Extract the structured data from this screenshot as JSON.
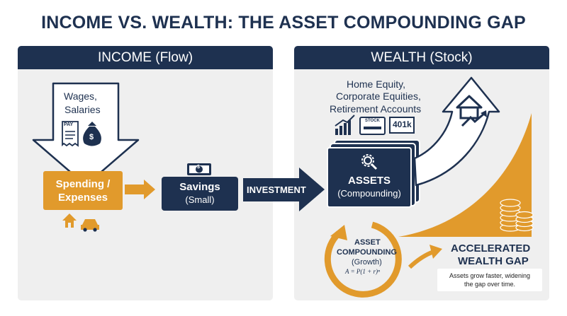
{
  "title": "INCOME VS. WEALTH: THE ASSET COMPOUNDING GAP",
  "income": {
    "header": "INCOME (Flow)",
    "wages_line1": "Wages,",
    "wages_line2": "Salaries",
    "pay_label": "PAY",
    "dollar_sign": "$",
    "spending_line1": "Spending /",
    "spending_line2": "Expenses",
    "savings_title": "Savings",
    "savings_sub": "(Small)"
  },
  "investment_label": "INVESTMENT",
  "wealth": {
    "header": "WEALTH (Stock)",
    "asset_types": [
      "Home Equity,",
      "Corporate Equities,",
      "Retirement Accounts"
    ],
    "stock_label": "STOCK",
    "retirement_label": "401k",
    "assets_title": "ASSETS",
    "assets_sub": "(Compounding)",
    "compounding_line1": "ASSET",
    "compounding_line2": "COMPOUNDING",
    "compounding_line3": "(Growth)",
    "formula": "A = P(1 + r)ⁿ",
    "gap_line1": "ACCELERATED",
    "gap_line2": "WEALTH GAP",
    "gap_note_line1": "Assets grow faster, widening",
    "gap_note_line2": "the gap over time."
  },
  "colors": {
    "navy": "#1e3150",
    "orange": "#e19a2c",
    "panel_bg": "#efefef"
  },
  "icons": [
    "pay-stub-icon",
    "money-bag-icon",
    "house-icon",
    "car-icon",
    "dollar-bill-icon",
    "trend-chart-icon",
    "stock-certificate-icon",
    "gear-magnifier-icon",
    "house-growth-icon",
    "coin-stack-icon"
  ]
}
